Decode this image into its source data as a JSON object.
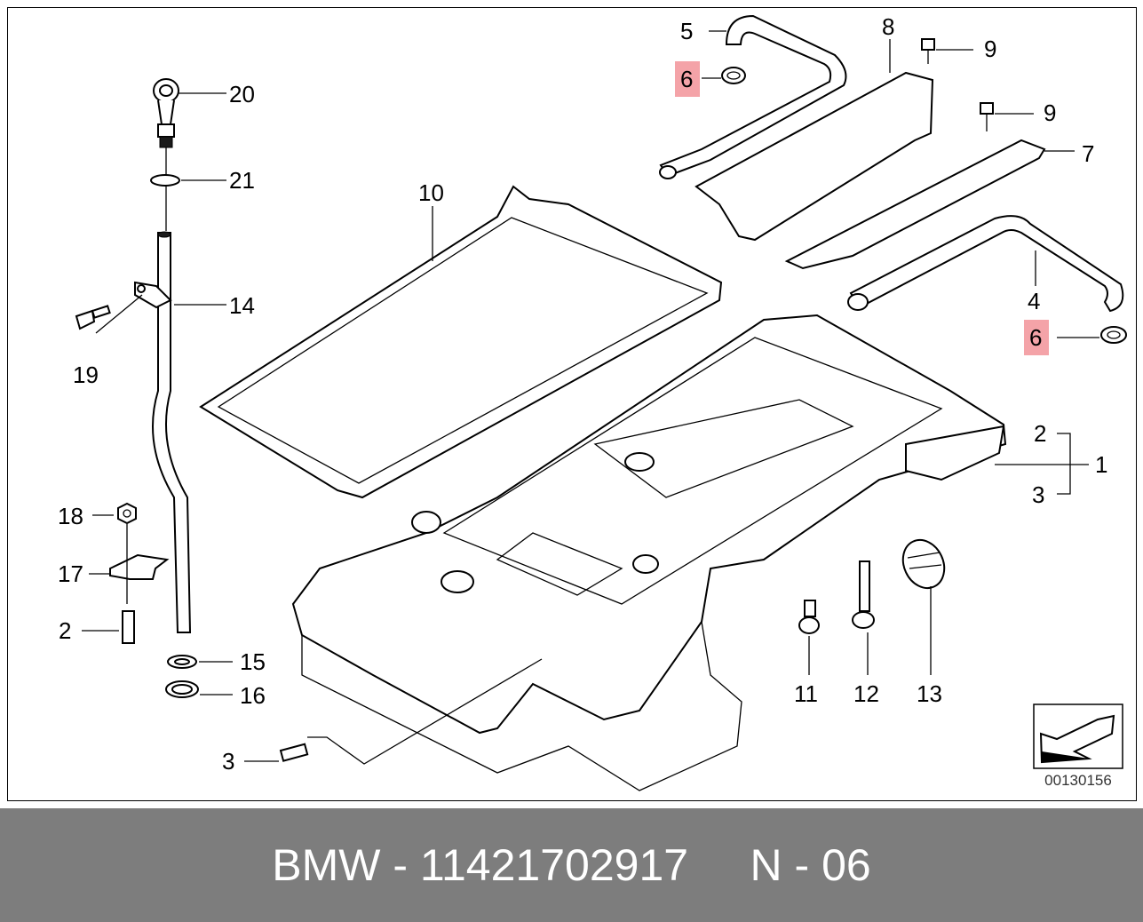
{
  "diagram": {
    "callouts": {
      "c1": "1",
      "c2a": "2",
      "c2b": "2",
      "c3a": "3",
      "c3b": "3",
      "c4": "4",
      "c5": "5",
      "c6a": "6",
      "c6b": "6",
      "c7": "7",
      "c8": "8",
      "c9a": "9",
      "c9b": "9",
      "c10": "10",
      "c11": "11",
      "c12": "12",
      "c13": "13",
      "c14": "14",
      "c15": "15",
      "c16": "16",
      "c17": "17",
      "c18": "18",
      "c19": "19",
      "c20": "20",
      "c21": "21"
    },
    "highlighted_parts": [
      "6"
    ],
    "highlight_color": "#f4a3a8",
    "diagram_code": "00130156"
  },
  "footer": {
    "text": "BMW - 11421702917     N - 06",
    "background": "#7d7d7d",
    "color": "#ffffff"
  }
}
